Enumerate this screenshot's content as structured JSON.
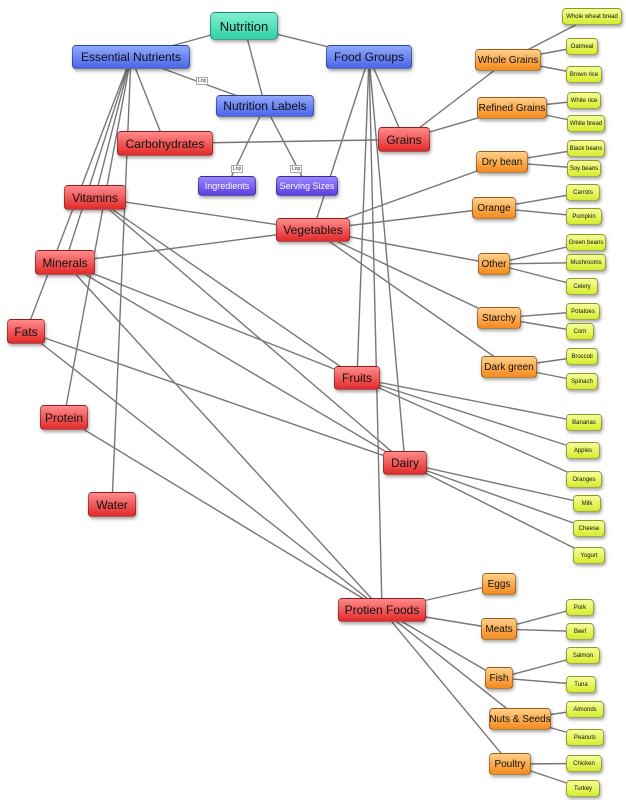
{
  "diagram": {
    "edge_color": "#777777",
    "nodes": [
      {
        "id": "nutrition",
        "label": "Nutrition",
        "style": "root"
      },
      {
        "id": "essential",
        "label": "Essential Nutrients",
        "style": "blue"
      },
      {
        "id": "foodgroups",
        "label": "Food Groups",
        "style": "blue"
      },
      {
        "id": "labels",
        "label": "Nutrition Labels",
        "style": "blue"
      },
      {
        "id": "ingredients",
        "label": "Ingredients",
        "style": "purple"
      },
      {
        "id": "serving",
        "label": "Serving Sizes",
        "style": "purple"
      },
      {
        "id": "carbs",
        "label": "Carbohydrates",
        "style": "red"
      },
      {
        "id": "vitamins",
        "label": "Vitamins",
        "style": "red"
      },
      {
        "id": "minerals",
        "label": "Minerals",
        "style": "red"
      },
      {
        "id": "fats",
        "label": "Fats",
        "style": "red"
      },
      {
        "id": "protein",
        "label": "Protein",
        "style": "red"
      },
      {
        "id": "water",
        "label": "Water",
        "style": "red"
      },
      {
        "id": "grains",
        "label": "Grains",
        "style": "red"
      },
      {
        "id": "vegetables",
        "label": "Vegetables",
        "style": "red"
      },
      {
        "id": "fruits",
        "label": "Fruits",
        "style": "red"
      },
      {
        "id": "dairy",
        "label": "Dairy",
        "style": "red"
      },
      {
        "id": "protienfoods",
        "label": "Protien Foods",
        "style": "red"
      },
      {
        "id": "wholegrains",
        "label": "Whole Grains",
        "style": "orange"
      },
      {
        "id": "refined",
        "label": "Refined Grains",
        "style": "orange"
      },
      {
        "id": "drybean",
        "label": "Dry bean",
        "style": "orange"
      },
      {
        "id": "orange",
        "label": "Orange",
        "style": "orange"
      },
      {
        "id": "other",
        "label": "Other",
        "style": "orange"
      },
      {
        "id": "starchy",
        "label": "Starchy",
        "style": "orange"
      },
      {
        "id": "darkgreen",
        "label": "Dark green",
        "style": "orange"
      },
      {
        "id": "eggs",
        "label": "Eggs",
        "style": "orange"
      },
      {
        "id": "meats",
        "label": "Meats",
        "style": "orange"
      },
      {
        "id": "fish",
        "label": "Fish",
        "style": "orange"
      },
      {
        "id": "nuts",
        "label": "Nuts & Seeds",
        "style": "orange"
      },
      {
        "id": "poultry",
        "label": "Poultry",
        "style": "orange"
      },
      {
        "id": "wwbread",
        "label": "Whole wheat bread",
        "style": "yellow"
      },
      {
        "id": "oatmeal",
        "label": "Oatmeal",
        "style": "yellow"
      },
      {
        "id": "brownrice",
        "label": "Brown rice",
        "style": "yellow"
      },
      {
        "id": "whiterice",
        "label": "White rice",
        "style": "yellow"
      },
      {
        "id": "whitebread",
        "label": "White bread",
        "style": "yellow"
      },
      {
        "id": "blackbeans",
        "label": "Black beans",
        "style": "yellow"
      },
      {
        "id": "soybeans",
        "label": "Soy beans",
        "style": "yellow"
      },
      {
        "id": "carrots",
        "label": "Carrots",
        "style": "yellow"
      },
      {
        "id": "pumpkin",
        "label": "Pumpkin",
        "style": "yellow"
      },
      {
        "id": "greenbeans",
        "label": "Green beans",
        "style": "yellow"
      },
      {
        "id": "mushrooms",
        "label": "Mushrooms",
        "style": "yellow"
      },
      {
        "id": "celery",
        "label": "Celery",
        "style": "yellow"
      },
      {
        "id": "potatoes",
        "label": "Potatoes",
        "style": "yellow"
      },
      {
        "id": "corn",
        "label": "Corn",
        "style": "yellow"
      },
      {
        "id": "broccoli",
        "label": "Broccoli",
        "style": "yellow"
      },
      {
        "id": "spinach",
        "label": "Spinach",
        "style": "yellow"
      },
      {
        "id": "bananas",
        "label": "Bananas",
        "style": "yellow"
      },
      {
        "id": "apples",
        "label": "Apples",
        "style": "yellow"
      },
      {
        "id": "oranges",
        "label": "Oranges",
        "style": "yellow"
      },
      {
        "id": "milk",
        "label": "Milk",
        "style": "yellow"
      },
      {
        "id": "cheese",
        "label": "Cheese",
        "style": "yellow"
      },
      {
        "id": "yogurt",
        "label": "Yogurt",
        "style": "yellow"
      },
      {
        "id": "pork",
        "label": "Pork",
        "style": "yellow"
      },
      {
        "id": "beef",
        "label": "Beef",
        "style": "yellow"
      },
      {
        "id": "salmon",
        "label": "Salmon",
        "style": "yellow"
      },
      {
        "id": "tuna",
        "label": "Tuna",
        "style": "yellow"
      },
      {
        "id": "almonds",
        "label": "Almonds",
        "style": "yellow"
      },
      {
        "id": "peanuts",
        "label": "Peanuts",
        "style": "yellow"
      },
      {
        "id": "chicken",
        "label": "Chicken",
        "style": "yellow"
      },
      {
        "id": "turkey",
        "label": "Turkey",
        "style": "yellow"
      }
    ],
    "edges": [
      [
        "nutrition",
        "essential"
      ],
      [
        "nutrition",
        "foodgroups"
      ],
      [
        "nutrition",
        "labels"
      ],
      [
        "labels",
        "ingredients"
      ],
      [
        "labels",
        "serving"
      ],
      [
        "essential",
        "labels"
      ],
      [
        "essential",
        "carbs"
      ],
      [
        "essential",
        "vitamins"
      ],
      [
        "essential",
        "minerals"
      ],
      [
        "essential",
        "fats"
      ],
      [
        "essential",
        "protein"
      ],
      [
        "essential",
        "water"
      ],
      [
        "foodgroups",
        "grains"
      ],
      [
        "foodgroups",
        "vegetables"
      ],
      [
        "foodgroups",
        "fruits"
      ],
      [
        "foodgroups",
        "dairy"
      ],
      [
        "foodgroups",
        "protienfoods"
      ],
      [
        "carbs",
        "grains"
      ],
      [
        "vitamins",
        "vegetables"
      ],
      [
        "vitamins",
        "fruits"
      ],
      [
        "vitamins",
        "dairy"
      ],
      [
        "minerals",
        "vegetables"
      ],
      [
        "minerals",
        "fruits"
      ],
      [
        "minerals",
        "dairy"
      ],
      [
        "minerals",
        "protienfoods"
      ],
      [
        "fats",
        "dairy"
      ],
      [
        "fats",
        "protienfoods"
      ],
      [
        "protein",
        "protienfoods"
      ],
      [
        "grains",
        "wholegrains"
      ],
      [
        "grains",
        "refined"
      ],
      [
        "wholegrains",
        "wwbread"
      ],
      [
        "wholegrains",
        "oatmeal"
      ],
      [
        "wholegrains",
        "brownrice"
      ],
      [
        "refined",
        "whiterice"
      ],
      [
        "refined",
        "whitebread"
      ],
      [
        "vegetables",
        "drybean"
      ],
      [
        "vegetables",
        "orange"
      ],
      [
        "vegetables",
        "other"
      ],
      [
        "vegetables",
        "starchy"
      ],
      [
        "vegetables",
        "darkgreen"
      ],
      [
        "drybean",
        "blackbeans"
      ],
      [
        "drybean",
        "soybeans"
      ],
      [
        "orange",
        "carrots"
      ],
      [
        "orange",
        "pumpkin"
      ],
      [
        "other",
        "greenbeans"
      ],
      [
        "other",
        "mushrooms"
      ],
      [
        "other",
        "celery"
      ],
      [
        "starchy",
        "potatoes"
      ],
      [
        "starchy",
        "corn"
      ],
      [
        "darkgreen",
        "broccoli"
      ],
      [
        "darkgreen",
        "spinach"
      ],
      [
        "fruits",
        "bananas"
      ],
      [
        "fruits",
        "apples"
      ],
      [
        "fruits",
        "oranges"
      ],
      [
        "dairy",
        "milk"
      ],
      [
        "dairy",
        "cheese"
      ],
      [
        "dairy",
        "yogurt"
      ],
      [
        "protienfoods",
        "eggs"
      ],
      [
        "protienfoods",
        "meats"
      ],
      [
        "protienfoods",
        "fish"
      ],
      [
        "protienfoods",
        "nuts"
      ],
      [
        "protienfoods",
        "poultry"
      ],
      [
        "meats",
        "pork"
      ],
      [
        "meats",
        "beef"
      ],
      [
        "fish",
        "salmon"
      ],
      [
        "fish",
        "tuna"
      ],
      [
        "nuts",
        "almonds"
      ],
      [
        "nuts",
        "peanuts"
      ],
      [
        "poultry",
        "chicken"
      ],
      [
        "poultry",
        "turkey"
      ]
    ],
    "tags": [
      {
        "id": "tag1",
        "label": "Lnp"
      },
      {
        "id": "tag2",
        "label": "Lnp"
      },
      {
        "id": "tag3",
        "label": "Lnp"
      }
    ]
  }
}
